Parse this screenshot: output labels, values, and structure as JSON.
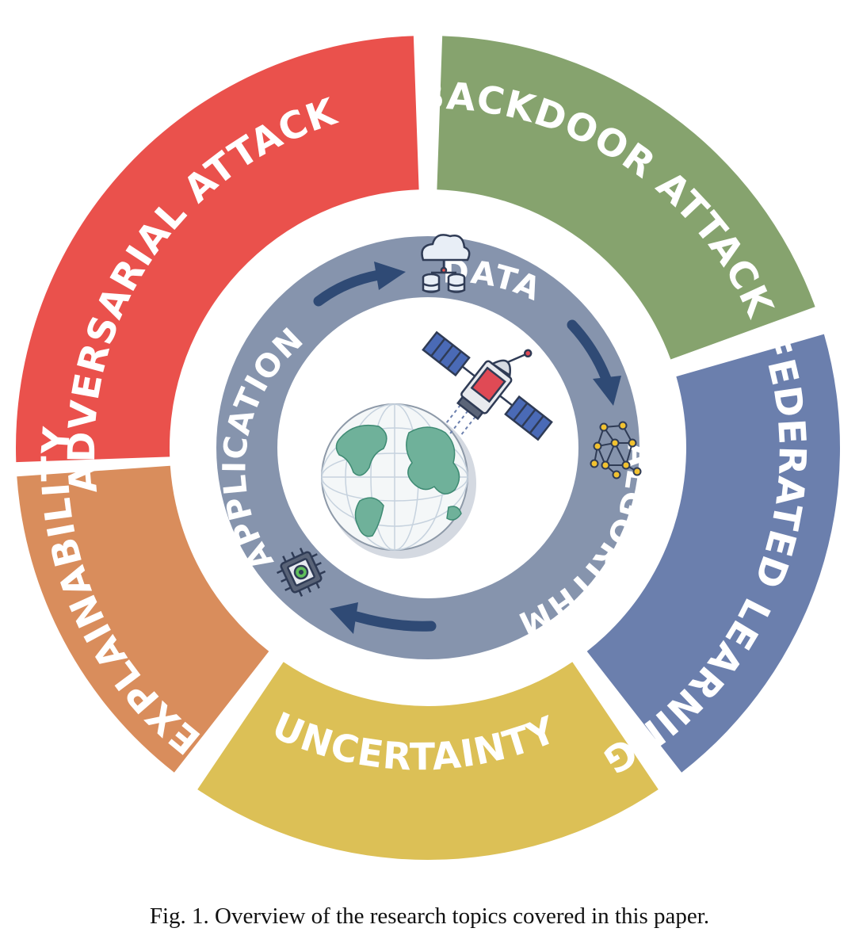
{
  "outer_ring": [
    {
      "label": "ADVERSARIAL ATTACK",
      "color": "#ea514c"
    },
    {
      "label": "BACKDOOR ATTACK",
      "color": "#86a36e"
    },
    {
      "label": "FEDERATED LEARNING",
      "color": "#6b7fad"
    },
    {
      "label": "UNCERTAINTY",
      "color": "#dcc056"
    },
    {
      "label": "EXPLAINABILITY",
      "color": "#d98d5c"
    }
  ],
  "inner_ring": {
    "color": "#8694ad",
    "arrow_color": "#2f4a75",
    "labels": {
      "data": "DATA",
      "algorithm": "ALGORITHM",
      "application": "APPLICATION"
    }
  },
  "caption": "Fig. 1.  Overview of the research topics covered in this paper."
}
